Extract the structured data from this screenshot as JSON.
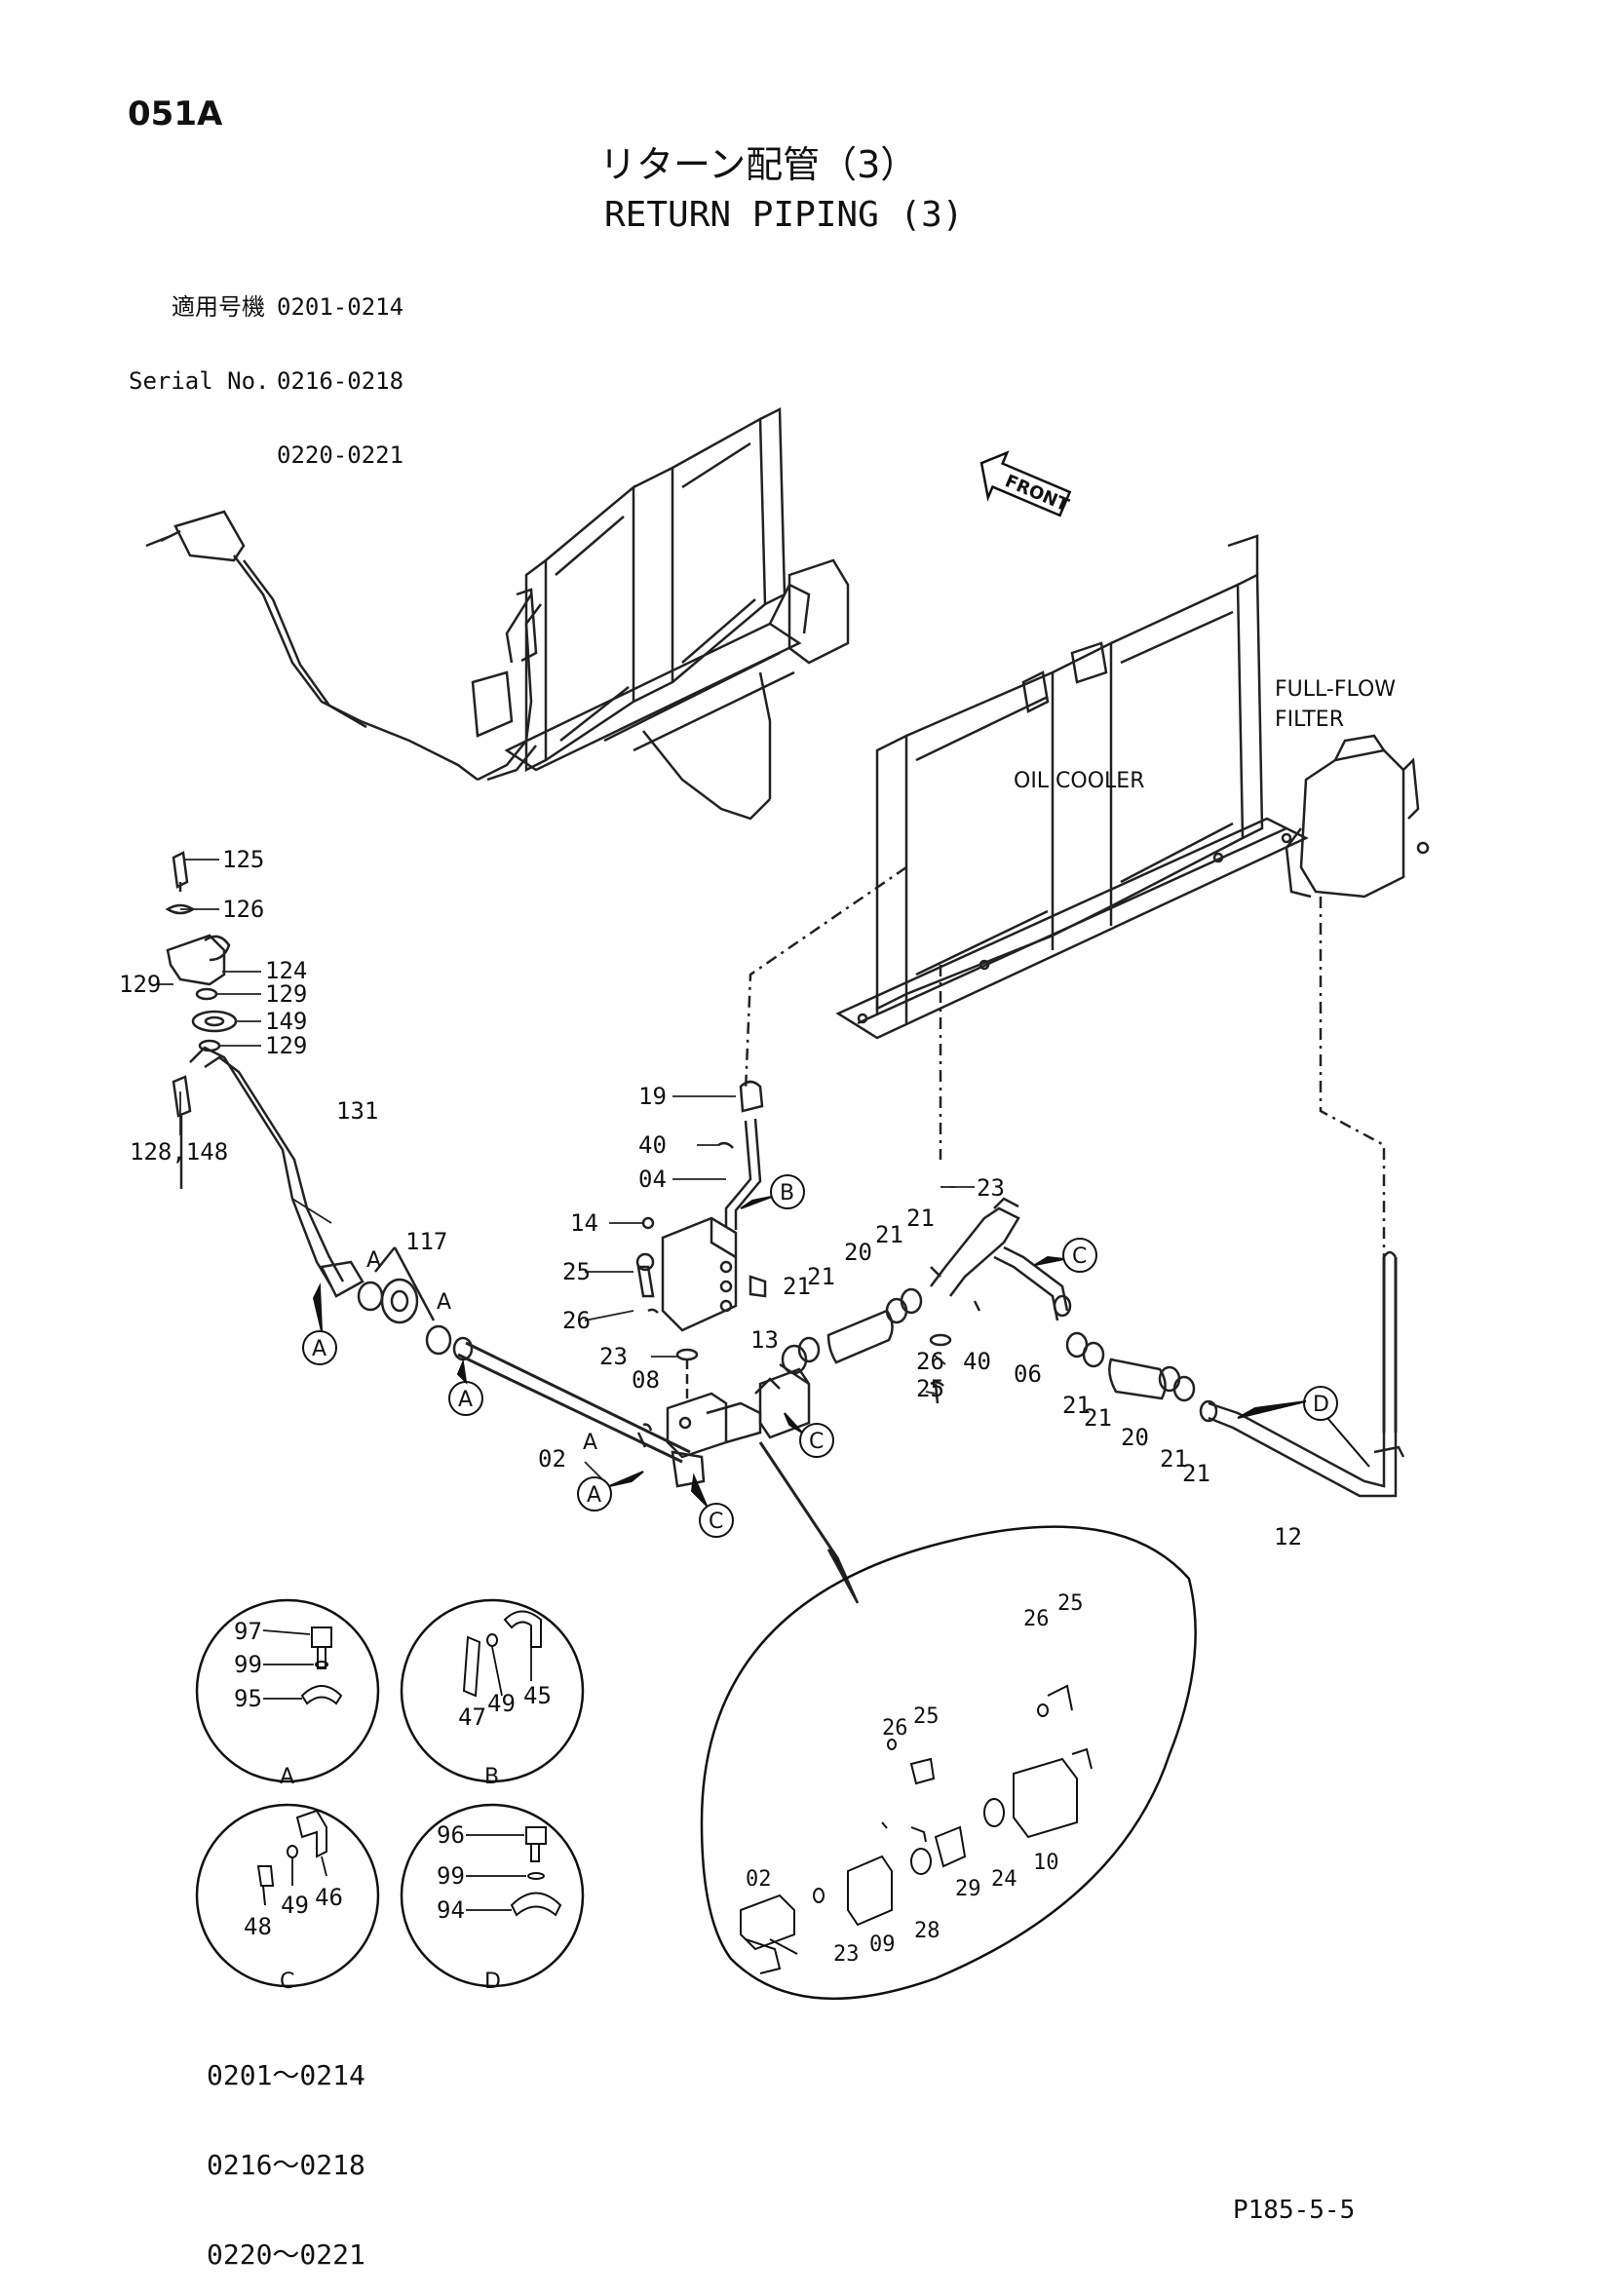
{
  "page_code": "051A",
  "title_jp": "リターン配管（3）",
  "title_en": "RETURN PIPING (3)",
  "serial": {
    "label_jp": "適用号機",
    "label_en": "Serial No.",
    "ranges": [
      "0201-0214",
      "0216-0218",
      "0220-0221"
    ]
  },
  "annotations": {
    "front": "FRONT",
    "full_flow_filter_1": "FULL-FLOW",
    "full_flow_filter_2": "FILTER",
    "oil_cooler": "OIL COOLER"
  },
  "part_labels": {
    "p125": "125",
    "p126": "126",
    "p124": "124",
    "p129a": "129",
    "p129b": "129",
    "p129c": "129",
    "p149": "149",
    "p128_148": "128,148",
    "p131": "131",
    "p117": "117",
    "p19": "19",
    "p40a": "40",
    "p04": "04",
    "p14": "14",
    "p25a": "25",
    "p26a": "26",
    "p23a": "23",
    "p13": "13",
    "p08": "08",
    "p02": "02",
    "p21a": "21",
    "p21b": "21",
    "p20a": "20",
    "p21c": "21",
    "p21d": "21",
    "p23b": "23",
    "p26b": "26",
    "p25b": "25",
    "p40b": "40",
    "p06": "06",
    "p21e": "21",
    "p21f": "21",
    "p20b": "20",
    "p21g": "21",
    "p21h": "21",
    "p12": "12"
  },
  "callouts": {
    "A": "A",
    "B": "B",
    "C": "C",
    "D": "D"
  },
  "detail_A": {
    "p97": "97",
    "p99": "99",
    "p95": "95",
    "caption": "A"
  },
  "detail_B": {
    "p47": "47",
    "p49": "49",
    "p45": "45",
    "caption": "B"
  },
  "detail_C": {
    "p48": "48",
    "p49": "49",
    "p46": "46",
    "caption": "C"
  },
  "detail_D": {
    "p96": "96",
    "p99": "99",
    "p94": "94",
    "caption": "D"
  },
  "detail_big": {
    "p02": "02",
    "p23": "23",
    "p09": "09",
    "p28": "28",
    "p26a": "26",
    "p25a": "25",
    "p29": "29",
    "p24": "24",
    "p10": "10",
    "p26b": "26",
    "p25b": "25"
  },
  "serial_block": [
    "0201～0214",
    "0216～0218",
    "0220～0221"
  ],
  "footer": "P185-5-5"
}
